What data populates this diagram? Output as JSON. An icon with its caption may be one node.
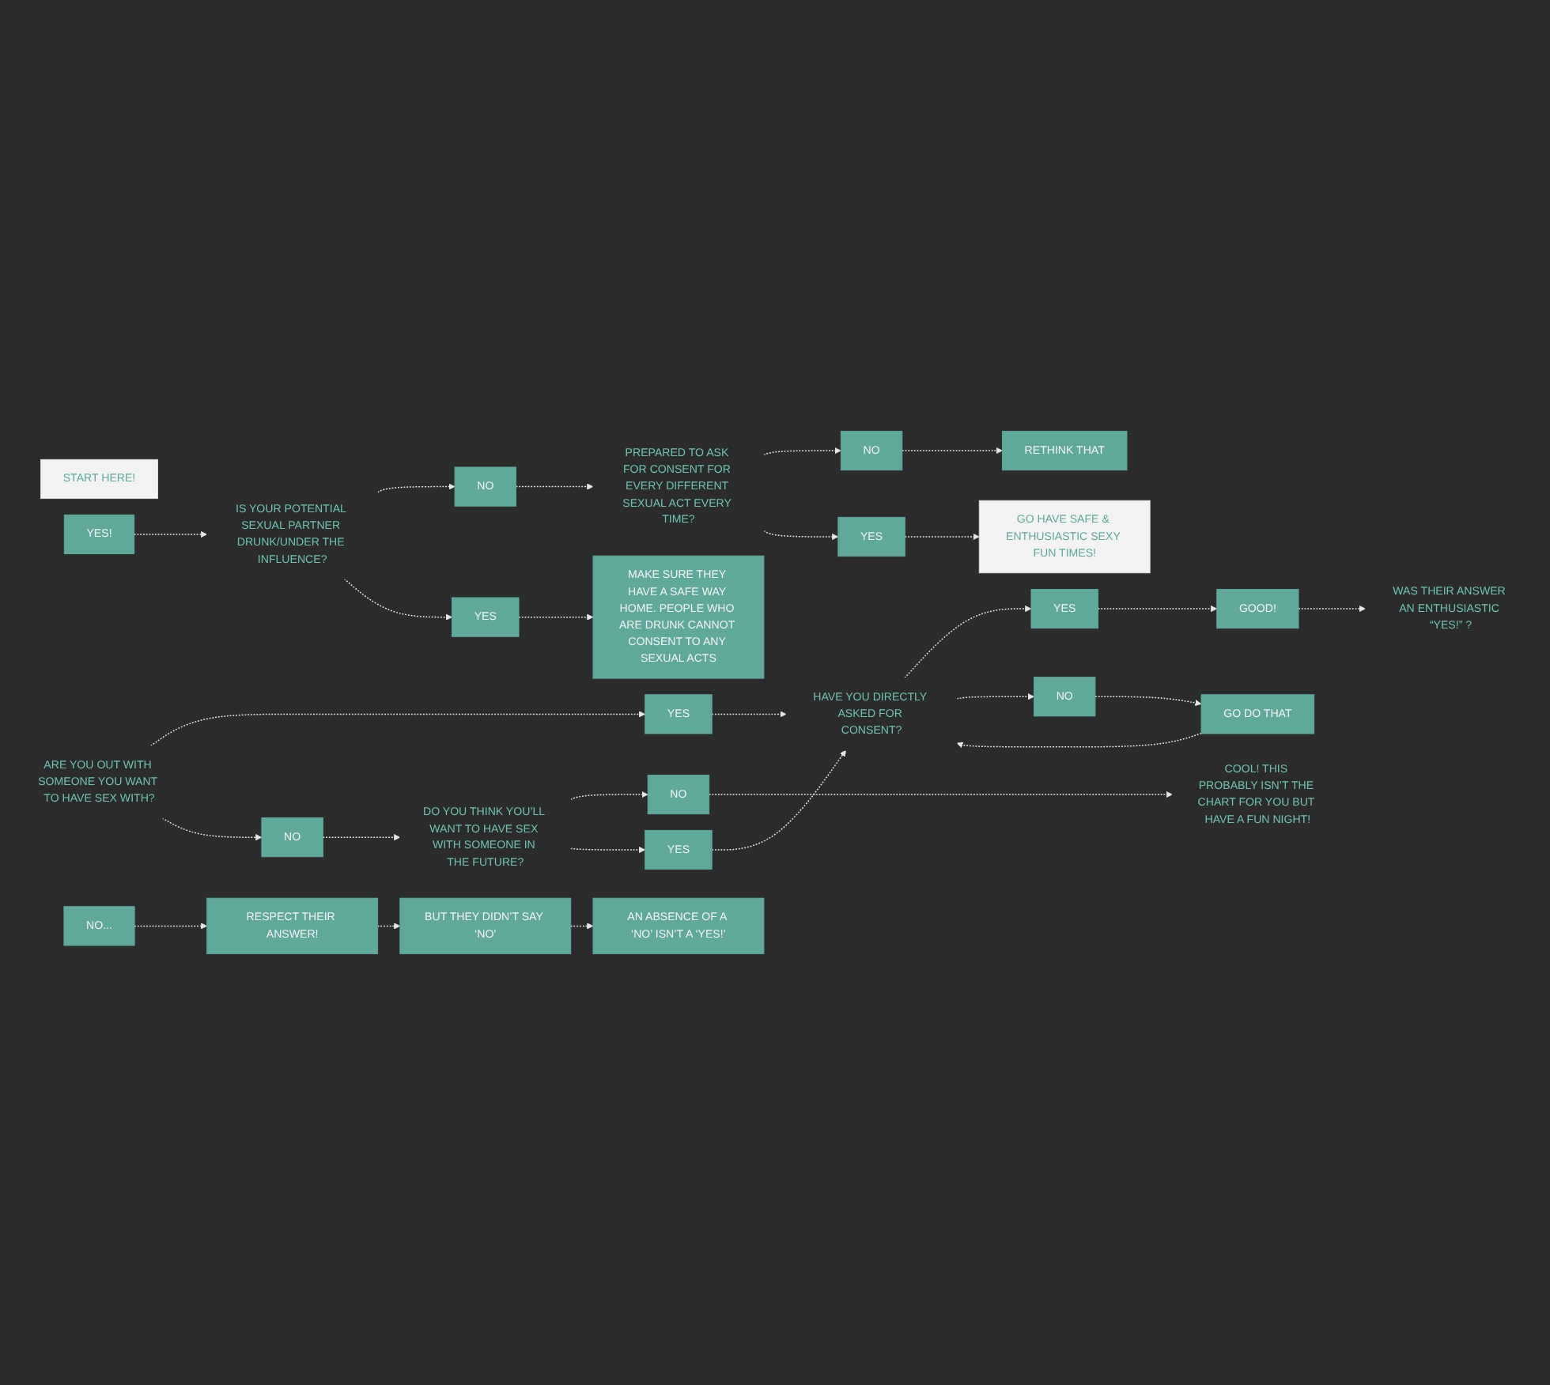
{
  "diagram": {
    "nodes": [
      {
        "text": [
          "START HERE!"
        ]
      },
      {
        "text": [
          "ARE YOU OUT WITH SOMEONE YOU WANT TO HAVE SEX WITH?"
        ]
      },
      {
        "text": [
          "DO YOU THINK YOU’LL WANT TO HAVE SEX WITH SOMEONE IN THE FUTURE?"
        ]
      },
      {
        "text": [
          "NO"
        ]
      },
      {
        "text": [
          "COOL! THIS PROBABLY ISN’T THE CHART FOR YOU BUT HAVE A FUN NIGHT!"
        ]
      },
      {
        "text": [
          "YES"
        ]
      },
      {
        "text": [
          "YES"
        ]
      },
      {
        "text": [
          "NO"
        ]
      },
      {
        "text": [
          "IS YOUR POTENTIAL SEXUAL PARTNER DRUNK/UNDER THE INFLUENCE?"
        ]
      },
      {
        "text": [
          "HAVE YOU DIRECTLY ASKED FOR CONSENT?"
        ]
      },
      {
        "text": [
          "YES"
        ]
      },
      {
        "text": [
          "GOOD!"
        ]
      },
      {
        "text": [
          "WAS THEIR ANSWER AN ENTHUSIASTIC “YES!” ?"
        ]
      },
      {
        "text": [
          "NO"
        ]
      },
      {
        "text": [
          "GO DO THAT"
        ]
      },
      {
        "text": [
          "NO"
        ]
      },
      {
        "text": [
          "YES"
        ]
      },
      {
        "text": [
          "NO..."
        ]
      },
      {
        "text": [
          "YES!"
        ]
      },
      {
        "text": [
          "MAKE SURE THEY HAVE A SAFE WAY HOME. PEOPLE WHO ARE DRUNK CANNOT CONSENT TO ANY SEXUAL ACTS"
        ]
      },
      {
        "text": [
          "AN ABSENCE OF A ‘NO’ ISN’T A ‘YES!’"
        ]
      },
      {
        "text": [
          "BUT THEY DIDN’T SAY ‘NO’"
        ]
      },
      {
        "text": [
          "RESPECT THEIR ANSWER!"
        ]
      },
      {
        "text": [
          "RETHINK THAT"
        ]
      },
      {
        "text": [
          "PREPARED TO ASK FOR CONSENT FOR EVERY DIFFERENT SEXUAL ACT EVERY TIME?"
        ]
      },
      {
        "text": [
          "GO HAVE SAFE & ENTHUSIASTIC SEXY FUN TIMES!"
        ]
      },
      {
        "text": [
          "NO"
        ]
      },
      {
        "text": [
          "YES"
        ]
      }
    ],
    "edges": [
      {
        "from": 1,
        "to": 6,
        "arrow": "to",
        "style": "dashed"
      },
      {
        "from": 1,
        "to": 7,
        "arrow": "to",
        "style": "dashed"
      },
      {
        "from": 7,
        "to": 2,
        "arrow": "to",
        "style": "dashed"
      },
      {
        "from": 2,
        "to": 3,
        "arrow": "to",
        "style": "dashed"
      },
      {
        "from": 2,
        "to": 5,
        "arrow": "to",
        "style": "dashed"
      },
      {
        "from": 3,
        "to": 4,
        "arrow": "to",
        "style": "dashed"
      },
      {
        "from": 5,
        "to": 9,
        "arrow": "to",
        "style": "dashed"
      },
      {
        "from": 6,
        "to": 9,
        "arrow": "to",
        "style": "dashed"
      },
      {
        "from": 9,
        "to": 10,
        "arrow": "to",
        "style": "dashed"
      },
      {
        "from": 9,
        "to": 13,
        "arrow": "to",
        "style": "dashed"
      },
      {
        "from": 10,
        "to": 11,
        "arrow": "to",
        "style": "dashed"
      },
      {
        "from": 11,
        "to": 12,
        "arrow": "to",
        "style": "dashed"
      },
      {
        "from": 13,
        "to": 14,
        "arrow": "to",
        "style": "dashed"
      },
      {
        "from": 14,
        "to": 9,
        "arrow": "to",
        "style": "dashed"
      },
      {
        "from": 18,
        "to": 8,
        "arrow": "to",
        "style": "dashed"
      },
      {
        "from": 8,
        "to": 15,
        "arrow": "to",
        "style": "dashed"
      },
      {
        "from": 8,
        "to": 16,
        "arrow": "to",
        "style": "dashed"
      },
      {
        "from": 16,
        "to": 19,
        "arrow": "to",
        "style": "dashed"
      },
      {
        "from": 15,
        "to": 24,
        "arrow": "to",
        "style": "dashed"
      },
      {
        "from": 17,
        "to": 22,
        "arrow": "to",
        "style": "dashed"
      },
      {
        "from": 22,
        "to": 21,
        "arrow": "to",
        "style": "dashed"
      },
      {
        "from": 21,
        "to": 20,
        "arrow": "to",
        "style": "dashed"
      },
      {
        "from": 24,
        "to": 26,
        "arrow": "to",
        "style": "dashed"
      },
      {
        "from": 24,
        "to": 27,
        "arrow": "to",
        "style": "dashed"
      },
      {
        "from": 26,
        "to": 23,
        "arrow": "to",
        "style": "dashed"
      },
      {
        "from": 27,
        "to": 25,
        "arrow": "to",
        "style": "dashed"
      }
    ]
  }
}
